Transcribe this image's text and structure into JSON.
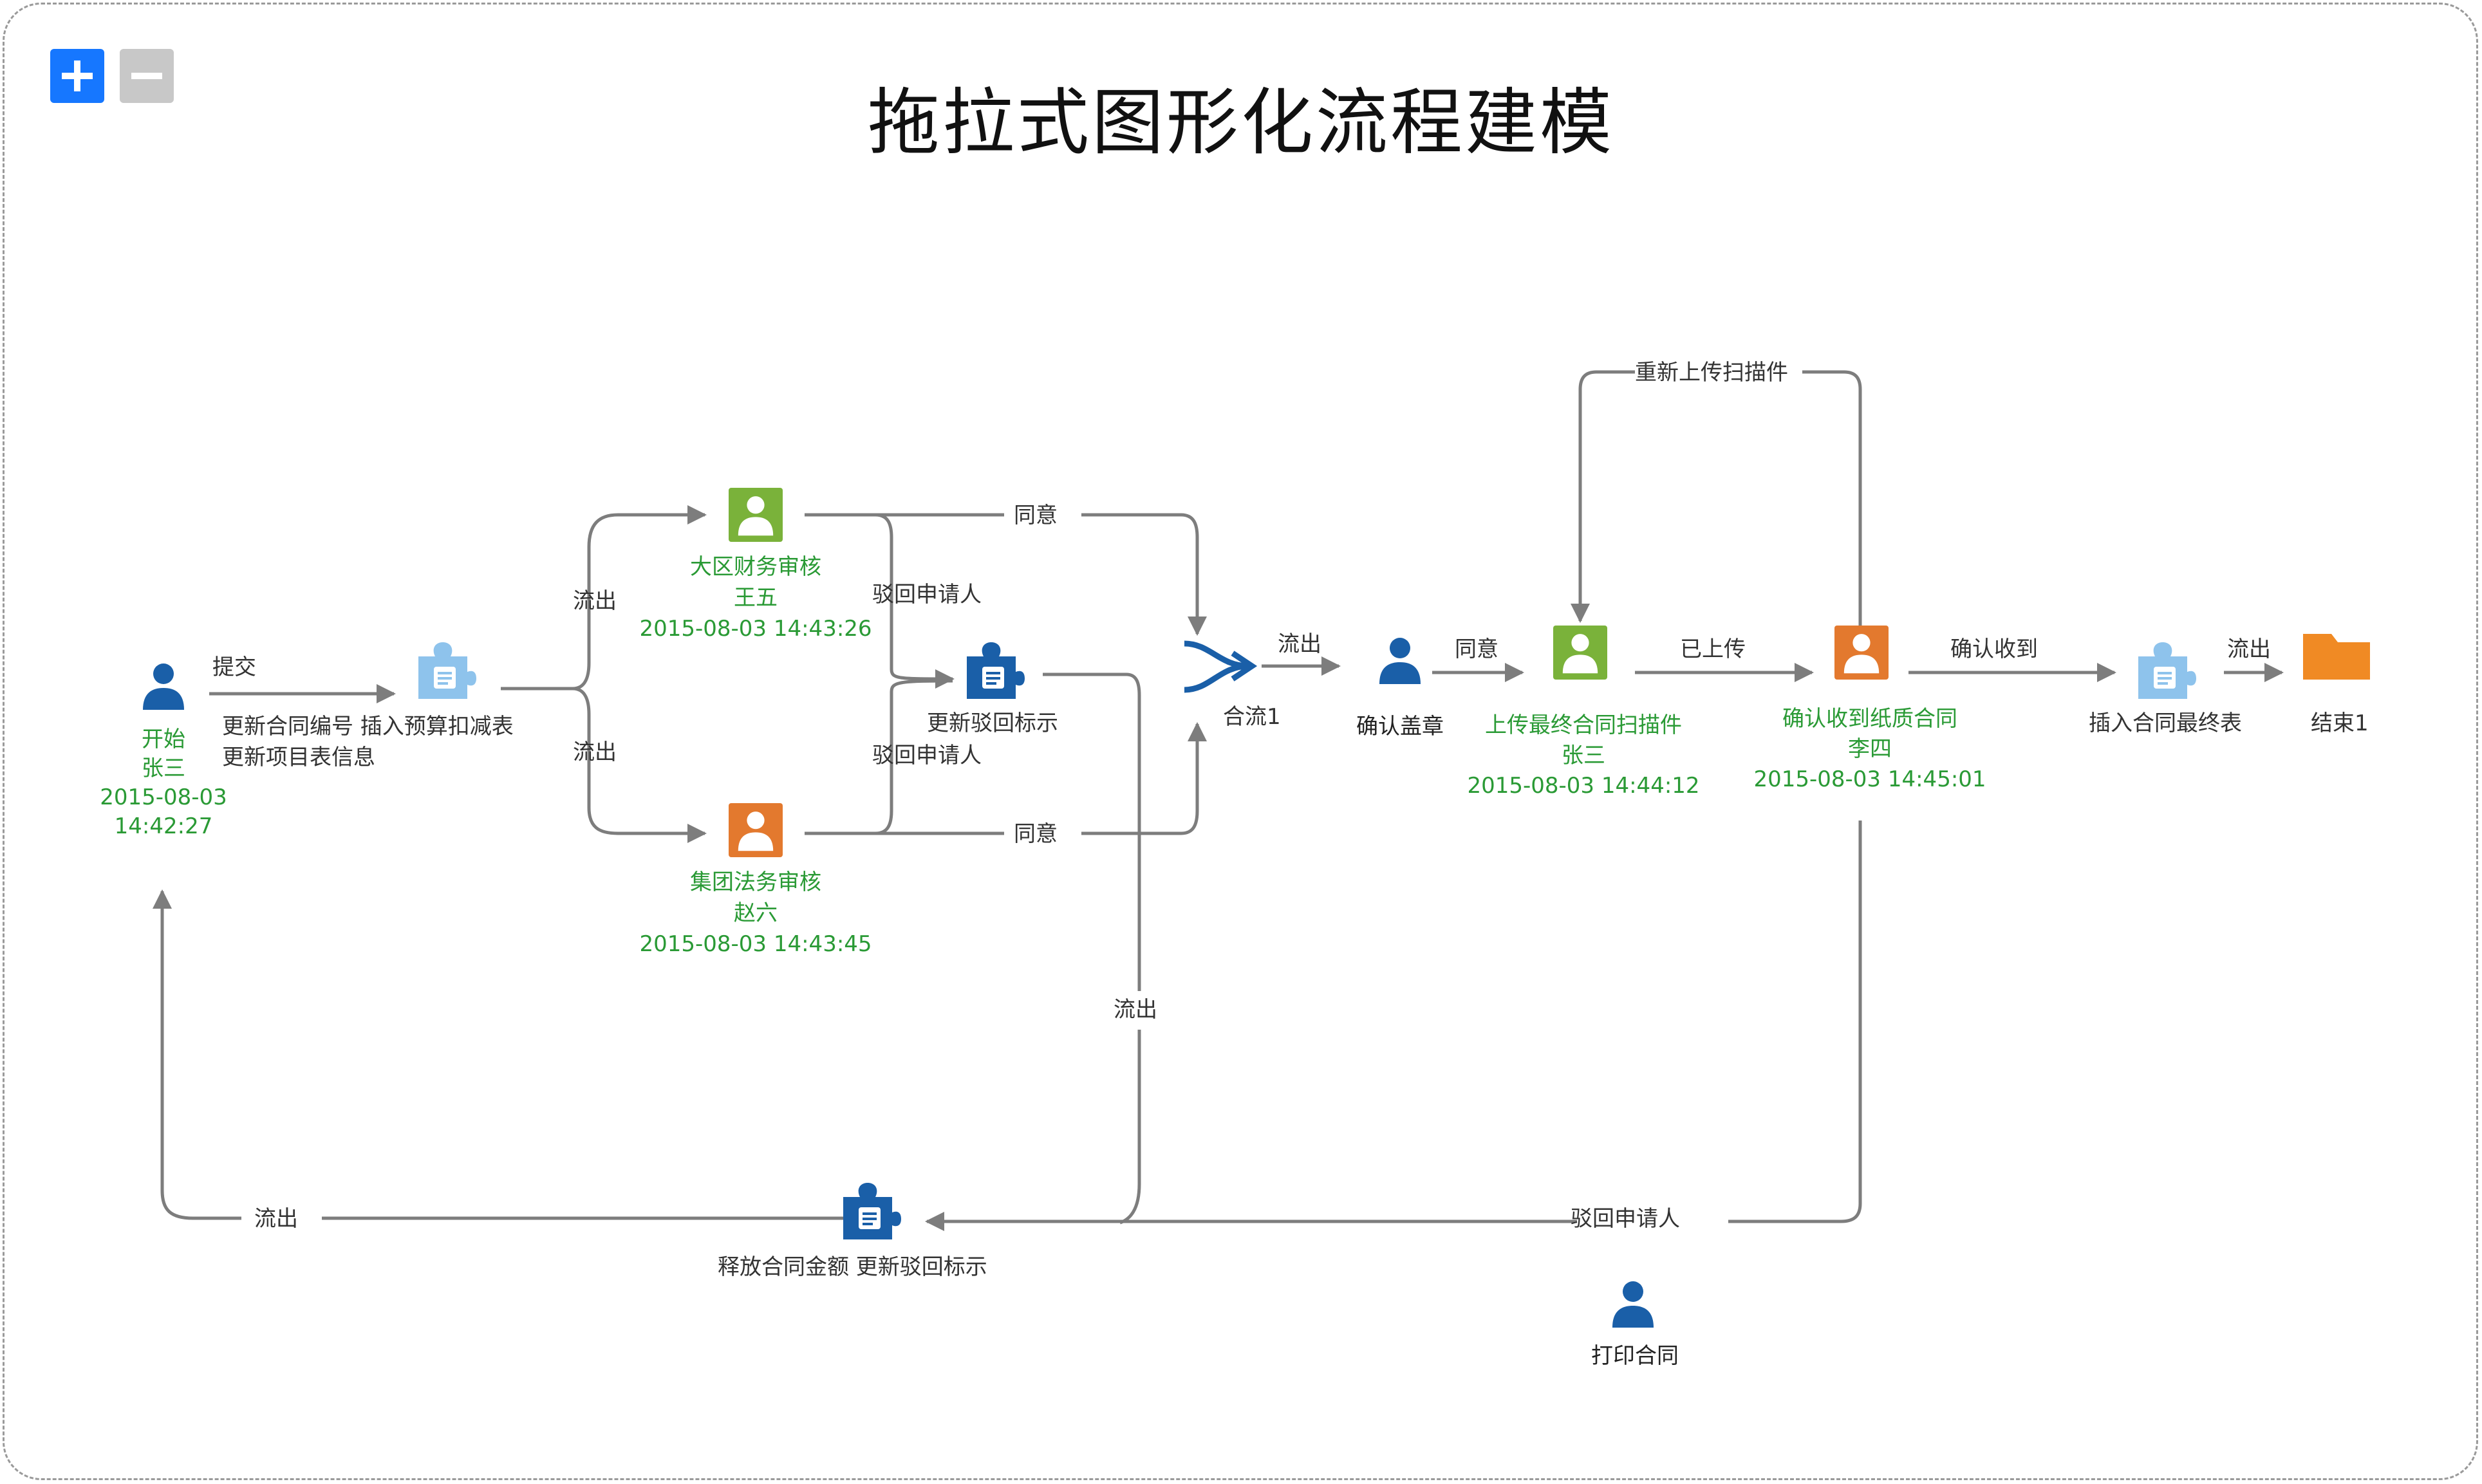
{
  "header": {
    "title": "拖拉式图形化流程建模"
  },
  "toolbar": {
    "zoom_in_icon": "plus-icon",
    "zoom_out_icon": "minus-icon",
    "zoom_in_color": "#1677ff",
    "zoom_out_color": "#c8c8c8"
  },
  "nodes": {
    "start": {
      "name": "开始",
      "person": "张三",
      "date": "2015-08-03",
      "time": "14:42:27"
    },
    "update_task": {
      "line1": "更新合同编号  插入预算扣减表",
      "line2": "更新项目表信息"
    },
    "finance": {
      "name": "大区财务审核",
      "person": "王五",
      "datetime": "2015-08-03 14:43:26"
    },
    "legal": {
      "name": "集团法务审核",
      "person": "赵六",
      "datetime": "2015-08-03 14:43:45"
    },
    "reject_mark": {
      "label": "更新驳回标示"
    },
    "merge": {
      "label": "合流1"
    },
    "confirm_seal": {
      "label": "确认盖章"
    },
    "upload_scan": {
      "name": "上传最终合同扫描件",
      "person": "张三",
      "datetime": "2015-08-03 14:44:12"
    },
    "confirm_paper": {
      "name": "确认收到纸质合同",
      "person": "李四",
      "datetime": "2015-08-03 14:45:01"
    },
    "insert_final": {
      "label": "插入合同最终表"
    },
    "end": {
      "label": "结束1"
    },
    "release": {
      "label": "释放合同金额  更新驳回标示"
    },
    "print": {
      "label": "打印合同"
    }
  },
  "edges": {
    "submit": "提交",
    "flow_out_top": "流出",
    "flow_out_bottom": "流出",
    "agree_top": "同意",
    "agree_bottom": "同意",
    "reject_top": "驳回申请人",
    "reject_bottom": "驳回申请人",
    "merge_out": "流出",
    "agree_seal": "同意",
    "uploaded": "已上传",
    "reupload": "重新上传扫描件",
    "confirm_received": "确认收到",
    "final_out": "流出",
    "reject_vertical": "流出",
    "release_out": "流出",
    "reject_applicant": "驳回申请人"
  },
  "colors": {
    "user_blue": "#1a5fa8",
    "user_green": "#7ab23a",
    "user_orange": "#e3792e",
    "task_light": "#8ec3ec",
    "task_dark": "#1a5fa8",
    "folder": "#f08a24",
    "accent_text": "#2a9a35"
  }
}
